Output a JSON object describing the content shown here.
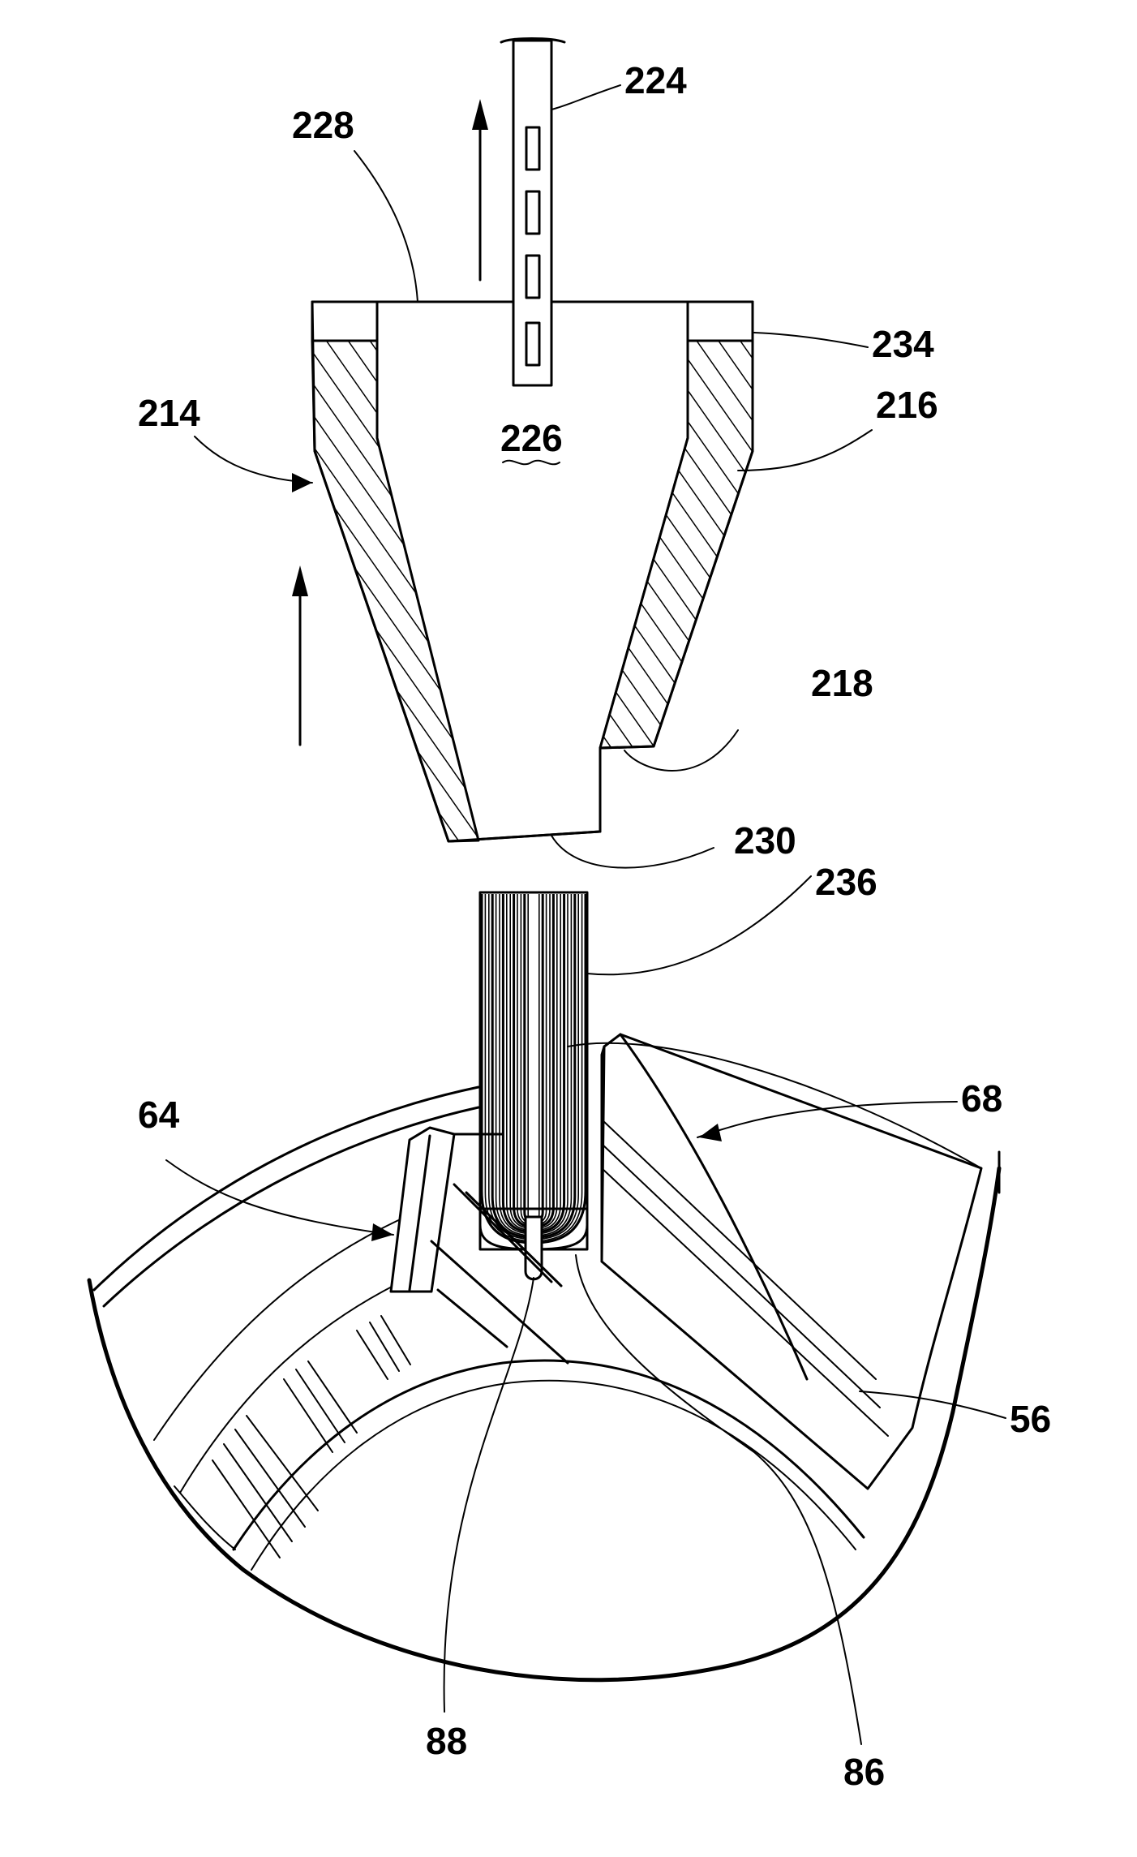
{
  "figure": {
    "labels": {
      "l224": "224",
      "l228": "228",
      "l234": "234",
      "l214": "214",
      "l216": "216",
      "l226": "226",
      "l218": "218",
      "l230": "230",
      "l236": "236",
      "l64": "64",
      "l68": "68",
      "l56": "56",
      "l88": "88",
      "l86": "86"
    }
  }
}
